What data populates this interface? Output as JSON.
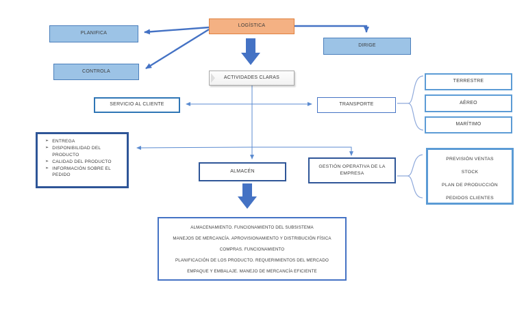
{
  "nodes": {
    "logistica": "LOGÍSTICA",
    "planifica": "PLANIFICA",
    "controla": "CONTROLA",
    "dirige": "DIRIGE",
    "actividades": "ACTIVIDADES CLARAS",
    "servicio_cliente": "SERVICIO AL CLIENTE",
    "transporte": "TRANSPORTE",
    "almacen": "ALMACÉN",
    "gestion_operativa": "GESTIÓN OPERATIVA DE LA EMPRESA"
  },
  "transporte_modos": [
    "TERRESTRE",
    "AÉREO",
    "MARÍTIMO"
  ],
  "servicio_items": [
    "ENTREGA",
    "DISPONIBILIDAD DEL PRODUCTO",
    "CALIDAD DEL PRODUCTO",
    "INFORMACIÓN SOBRE EL PEDIDO"
  ],
  "gestion_items": [
    "PREVISIÓN VENTAS",
    "STOCK",
    "PLAN DE PRODUCCIÓN",
    "PEDIDOS CLIENTES"
  ],
  "almacen_detalle": [
    "ALMACENAMIENTO. FUNCIONAMIENTO DEL SUBSISTEMA",
    "MANEJOS DE MERCANCÍA. APROVISIONAMIENTO Y DISTRIBUCIÓN FÍSICA",
    "COMPRAS. FUNCIONAMIENTO",
    "PLANIFICACIÓN DE LOS PRODUCTO. REQUERIMIENTOS DEL MERCADO",
    "EMPAQUE Y EMBALAJE. MANEJO DE MERCANCÍA EFICIENTE"
  ],
  "bullet_glyph": "➢",
  "colors": {
    "orange_fill": "#F4B183",
    "orange_border": "#E0813F",
    "blue_fill": "#9CC3E6",
    "blue_fill_border": "#4A7EBB",
    "arrow_blue": "#4472C4",
    "thin_line_blue": "#5B8BD0",
    "dark_border_blue": "#2E5597",
    "mid_border_blue": "#2E75B5",
    "light_border_blue": "#5B9BD5",
    "brace_blue": "#8EA9DB",
    "bevel_gray_border": "#A8A8A8",
    "text": "#3A3A3A"
  }
}
